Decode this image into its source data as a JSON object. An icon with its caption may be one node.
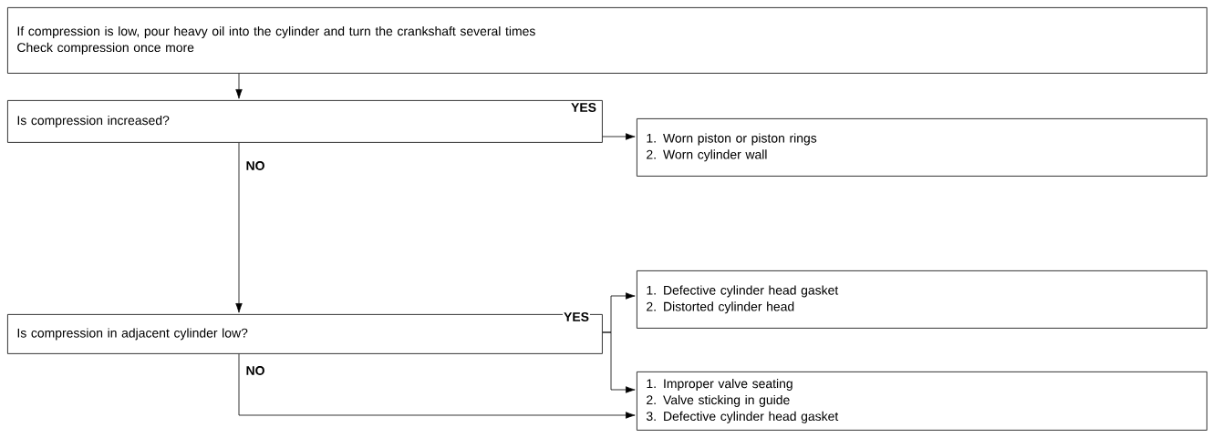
{
  "diagram": {
    "nodes": [
      {
        "text": [
          "If compression is low, pour heavy oil into the cylinder and turn the crankshaft several times",
          "Check compression once more"
        ]
      },
      {
        "text": [
          "Is compression increased?"
        ]
      },
      {
        "text": [
          "1. Worn piston or piston rings",
          "2. Worn cylinder wall"
        ]
      },
      {
        "text": [
          "Is compression in adjacent cylinder low?"
        ]
      },
      {
        "text": [
          "1. Defective cylinder head gasket",
          "2. Distorted cylinder head"
        ]
      },
      {
        "text": [
          "1. Improper valve seating",
          "2. Valve sticking in guide",
          "3. Defective cylinder head gasket"
        ]
      }
    ],
    "edges": [
      {
        "from": 0,
        "to": 1,
        "arrow": "to"
      },
      {
        "from": 1,
        "to": 2,
        "arrow": "to",
        "label": "YES"
      },
      {
        "from": 1,
        "to": 3,
        "arrow": "to",
        "label": "NO"
      },
      {
        "from": 3,
        "to": 4,
        "arrow": "to",
        "label": "YES"
      },
      {
        "from": 3,
        "to": 5,
        "arrow": "to"
      },
      {
        "from": 3,
        "to": 5,
        "arrow": "to",
        "label": "NO"
      }
    ]
  }
}
